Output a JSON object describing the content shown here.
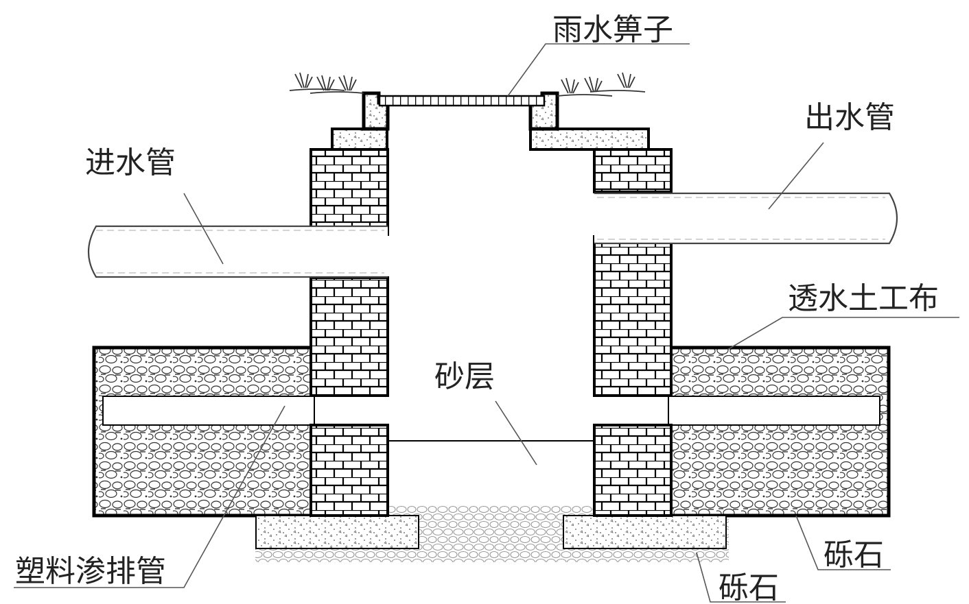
{
  "labels": {
    "grate": "雨水箅子",
    "inlet_pipe": "进水管",
    "outlet_pipe": "出水管",
    "geotextile": "透水土工布",
    "sand_layer": "砂层",
    "drain_pipe": "塑料渗排管",
    "gravel_right": "砾石",
    "gravel_bottom": "砾石"
  }
}
